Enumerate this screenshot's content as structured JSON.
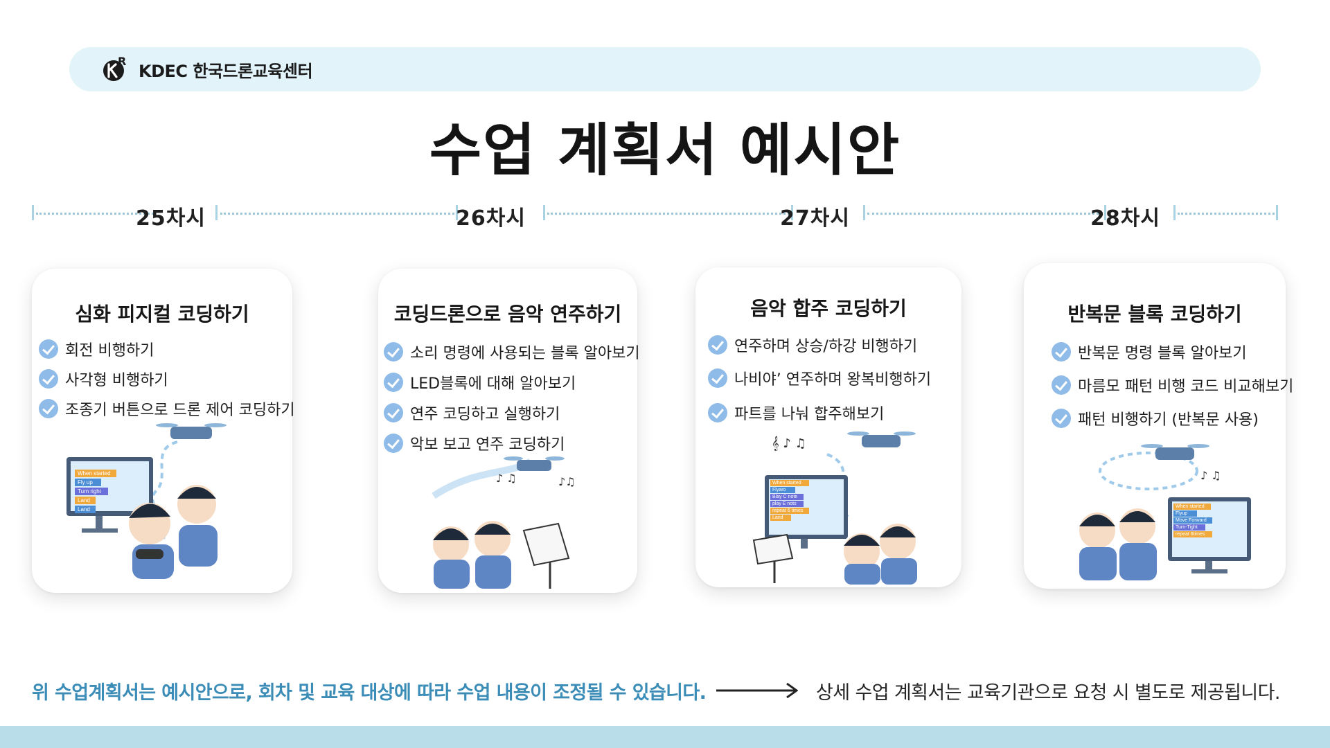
{
  "header": {
    "brand": "KDEC 한국드론교육센터",
    "logo_icon": "kr-drone-logo-icon"
  },
  "title": "수업 계획서 예시안",
  "sessions": [
    {
      "label": "25차시",
      "card_title": "심화 피지컬 코딩하기",
      "items": [
        "회전 비행하기",
        "사각형 비행하기",
        "조종기 버튼으로 드론 제어 코딩하기"
      ],
      "screen_blocks": [
        "When started",
        "Fly up",
        "Turn right",
        "Land",
        "Land"
      ]
    },
    {
      "label": "26차시",
      "card_title": "코딩드론으로 음악 연주하기",
      "items": [
        "소리 명령에 사용되는 블록 알아보기",
        "LED블록에 대해 알아보기",
        "연주 코딩하고 실행하기",
        "악보 보고 연주 코딩하기"
      ],
      "screen_blocks": []
    },
    {
      "label": "27차시",
      "card_title": "음악 합주 코딩하기",
      "items": [
        "연주하며 상승/하강 비행하기",
        "나비야’ 연주하며 왕복비행하기",
        "파트를 나눠 합주해보기"
      ],
      "screen_blocks": [
        "When started",
        "Flyaro",
        "Blay C note",
        "play E nots",
        "repeat 6 times",
        "Land"
      ]
    },
    {
      "label": "28차시",
      "card_title": "반복문 블록 코딩하기",
      "items": [
        "반복문 명령 블록 알아보기",
        "마름모 패턴 비행 코드 비교해보기",
        "패턴 비행하기 (반복문 사용)"
      ],
      "screen_blocks": [
        "When started",
        "Flyup",
        "Move Forward",
        "Turn-Tight",
        "repeat 6times"
      ]
    }
  ],
  "footer": {
    "note": "위 수업계획서는 예시안으로, 회차 및 교육 대상에 따라 수업 내용이 조정될 수 있습니다.",
    "detail": "상세 수업 계획서는 교육기관으로 요청 시 별도로 제공됩니다."
  },
  "colors": {
    "accent": "#3b8db7",
    "check": "#8fbbe8",
    "header_bg": "#e2f3fa",
    "bottom_bar": "#b9dde9"
  }
}
